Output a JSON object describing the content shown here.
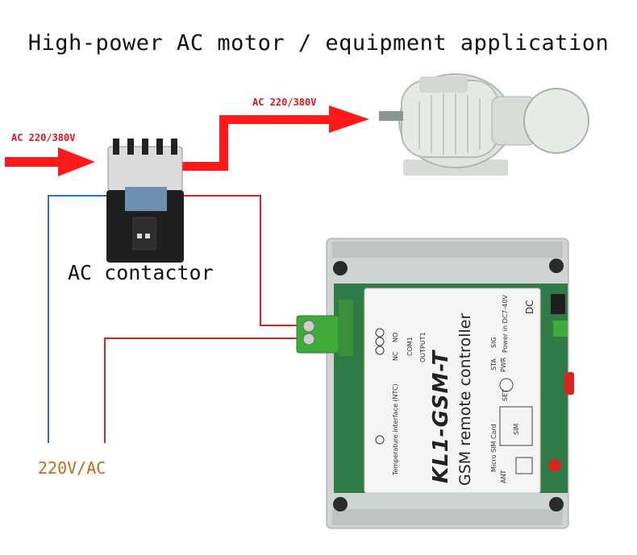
{
  "title": "High-power AC motor / equipment application",
  "labels": {
    "ac_input": "AC 220/380V",
    "ac_output": "AC 220/380V",
    "contactor": "AC contactor",
    "supply": "220V/AC"
  },
  "device": {
    "model": "KL1-GSM-T",
    "subtitle": "GSM remote controller",
    "output_terminal": "OUTPUT1",
    "com_label": "COM1",
    "nc_label": "NC",
    "no_label": "NO",
    "temp_interface": "Temperature interface (NTC)",
    "sim_label": "SIM",
    "micro_sim": "Micro SIM Card",
    "ant_label": "ANT",
    "power_label": "Power in DC7-40V",
    "dc_label": "DC",
    "sta_label": "STA",
    "sig_label": "SIG",
    "set_label": "SET",
    "pwr_label": "PWR"
  },
  "colors": {
    "power_line": "#ff1a1a",
    "signal_line": "#e02020",
    "neutral_line": "#2a6fd8",
    "supply_text": "#c5671d",
    "terminal_green": "#3daa3a"
  }
}
